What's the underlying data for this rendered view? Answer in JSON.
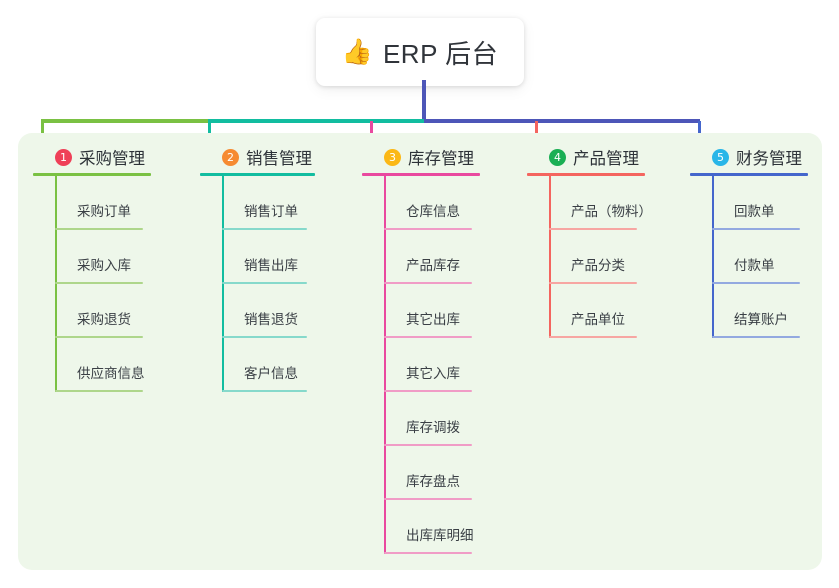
{
  "root": {
    "icon": "thumbs-up-icon",
    "icon_glyph": "👍",
    "title": "ERP 后台"
  },
  "panel": {
    "background": "#eef7ea"
  },
  "connector": {
    "segments": [
      {
        "name": "trunk",
        "color": "#4d56b8"
      },
      {
        "name": "bar-green",
        "color": "#7ac143"
      },
      {
        "name": "bar-teal",
        "color": "#12bda0"
      },
      {
        "name": "bar-blue",
        "color": "#4d56b8"
      }
    ]
  },
  "columns": [
    {
      "number": "1",
      "title": "采购管理",
      "badge_color": "#ef4058",
      "line_color": "#7ac143",
      "leaf_color": "#aed68b",
      "items": [
        "采购订单",
        "采购入库",
        "采购退货",
        "供应商信息"
      ]
    },
    {
      "number": "2",
      "title": "销售管理",
      "badge_color": "#f68b32",
      "line_color": "#12bda0",
      "leaf_color": "#86d9cb",
      "items": [
        "销售订单",
        "销售出库",
        "销售退货",
        "客户信息"
      ]
    },
    {
      "number": "3",
      "title": "库存管理",
      "badge_color": "#fbb816",
      "line_color": "#e9499f",
      "leaf_color": "#f09cc6",
      "items": [
        "仓库信息",
        "产品库存",
        "其它出库",
        "其它入库",
        "库存调拨",
        "库存盘点",
        "出库库明细"
      ]
    },
    {
      "number": "4",
      "title": "产品管理",
      "badge_color": "#1aaf54",
      "line_color": "#f4655f",
      "leaf_color": "#f7a6a2",
      "items": [
        "产品（物料）",
        "产品分类",
        "产品单位"
      ]
    },
    {
      "number": "5",
      "title": "财务管理",
      "badge_color": "#29b6e8",
      "line_color": "#4466cc",
      "leaf_color": "#93a9e0",
      "items": [
        "回款单",
        "付款单",
        "结算账户"
      ]
    }
  ]
}
